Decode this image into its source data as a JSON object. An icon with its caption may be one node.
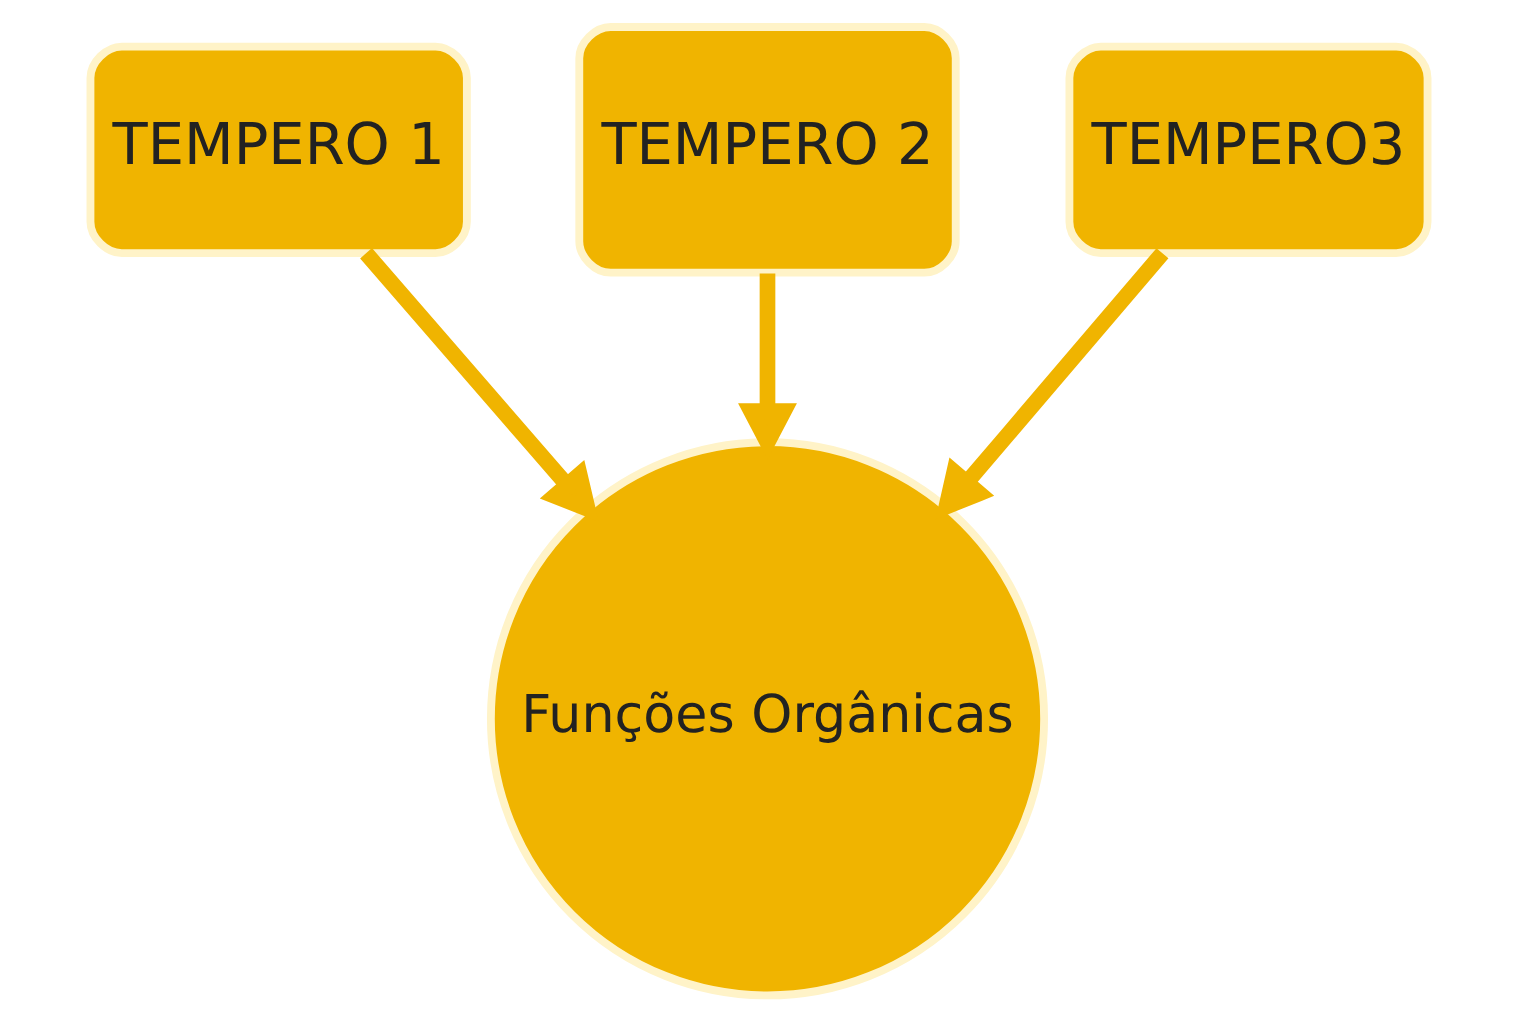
{
  "diagram": {
    "nodes": [
      {
        "text": [
          "TEMPERO 1"
        ]
      },
      {
        "text": [
          "TEMPERO 2"
        ]
      },
      {
        "text": [
          "TEMPERO3"
        ]
      },
      {
        "text": [
          "Funções Orgânicas"
        ]
      }
    ],
    "edges": [
      {
        "from": 0,
        "to": 3,
        "arrow": "to"
      },
      {
        "from": 1,
        "to": 3,
        "arrow": "to"
      },
      {
        "from": 2,
        "to": 3,
        "arrow": "to"
      }
    ]
  }
}
